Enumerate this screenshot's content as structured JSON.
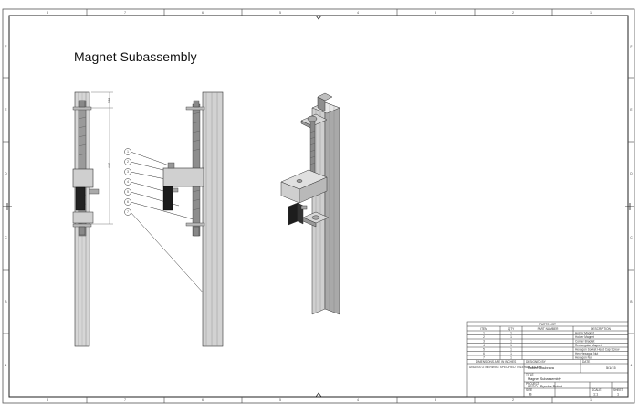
{
  "title": "Magnet Subassembly",
  "zone_columns": [
    "8",
    "7",
    "6",
    "5",
    "4",
    "3",
    "2",
    "1"
  ],
  "zone_rows": [
    "F",
    "E",
    "D",
    "C",
    "B",
    "A"
  ],
  "dimensions": [
    "0.88",
    "4.00"
  ],
  "balloons": [
    "1",
    "2",
    "3",
    "4",
    "5",
    "6",
    "7"
  ],
  "parts_list": {
    "title": "PARTS LIST",
    "headers": [
      "ITEM",
      "QTY",
      "PART NUMBER",
      "DESCRIPTION"
    ],
    "rows": [
      [
        "1",
        "1",
        "",
        "Holder Magnet"
      ],
      [
        "2",
        "1",
        "",
        "Holder Magnet"
      ],
      [
        "3",
        "1",
        "",
        "Corner Bracket"
      ],
      [
        "4",
        "1",
        "",
        "Rectangular Magnet"
      ],
      [
        "5",
        "1",
        "",
        "Hexagon Socket Head Cap Screw"
      ],
      [
        "6",
        "1",
        "",
        "Hex Hexagon Nut"
      ],
      [
        "7",
        "1",
        "",
        "Hexagon Nut"
      ]
    ]
  },
  "title_block": {
    "designed_by_label": "DESIGNED BY",
    "designed_by": "Robert Doubrava",
    "date_label": "DATE",
    "date": "5/1/15",
    "title_label": "TITLE",
    "drawing_title": "Magnet Subassembly",
    "project_label": "PROJECT",
    "project": "LEGO - Pycube Robot...",
    "scale_label": "SCALE",
    "scale": "1:1",
    "sheet_label": "SHEET",
    "sheet": "1",
    "size_label": "SIZE",
    "size": "B",
    "dimensions_label": "DIMENSIONS ARE IN INCHES",
    "tolerance_note": "UNLESS OTHERWISE SPECIFIED TOLERANCES ARE"
  }
}
